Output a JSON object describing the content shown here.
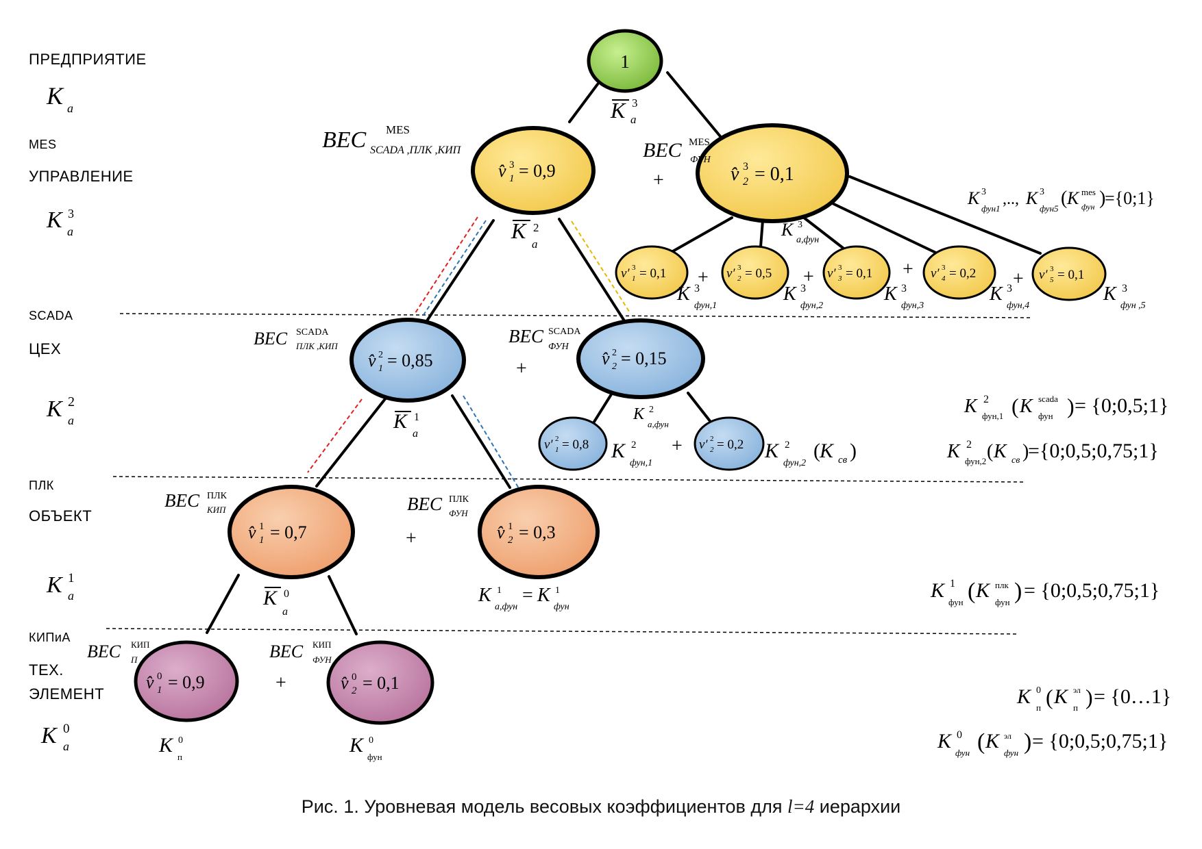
{
  "levels": {
    "enterprise": "ПРЕДПРИЯТИЕ",
    "mes": "MES",
    "management": "УПРАВЛЕНИЕ",
    "scada": "SCADA",
    "workshop": "ЦЕХ",
    "plc": "ПЛК",
    "object": "ОБЪЕКТ",
    "kip": "КИПиА",
    "tech1": "ТЕХ.",
    "tech2": "ЭЛЕМЕНТ"
  },
  "level_symbols": {
    "base": "K",
    "sub": "a",
    "sups": [
      "3",
      "2",
      "1",
      "0"
    ]
  },
  "nodes": {
    "root": "1",
    "l3_1": "= 0,9",
    "l3_2": "=  0,1",
    "l3_f1": "= 0,1",
    "l3_f2": "= 0,5",
    "l3_f3": "= 0,1",
    "l3_f4": "= 0,2",
    "l3_f5": "= 0,1",
    "l2_1": "= 0,85",
    "l2_2": "= 0,15",
    "l2_f1": "= 0,8",
    "l2_f2": "= 0,2",
    "l1_1": "=  0,7",
    "l1_2": "=  0,3",
    "l0_1": "=  0,9",
    "l0_2": "=  0,1"
  },
  "weight_labels": {
    "ves": "ВЕС",
    "sup_mes": "MES",
    "sub_scada_plc_kip": "SCADA ,ПЛК ,КИП",
    "sub_fun": "ФУН",
    "sup_scada": "SCADA",
    "sub_plc_kip": "ПЛК ,КИП",
    "sup_plc": "ПЛК",
    "sub_kip": "КИП",
    "sup_kip": "КИП",
    "sub_p": "П"
  },
  "operators": {
    "plus": "+"
  },
  "right_formulas": {
    "f3": "={0;1}",
    "f2a": "= {0;0,5;1}",
    "f2b": "={0;0,5;0,75;1}",
    "f1": "= {0;0,5;0,75;1}",
    "f0a": "= {0…1}",
    "f0b": "= {0;0,5;0,75;1}"
  },
  "caption": {
    "before": "Рис. 1. Уровневая модель весовых коэффициентов для ",
    "italic": "l=4",
    "after": "  иерархии"
  },
  "colors": {
    "green": "#92d050",
    "yellow": "#ffd966",
    "blue": "#9dc3e6",
    "orange": "#f4b183",
    "pink": "#c989b0",
    "red_dash": "#e02020",
    "blue_dash": "#2e75b6",
    "yellow_dash": "#e6b800"
  }
}
